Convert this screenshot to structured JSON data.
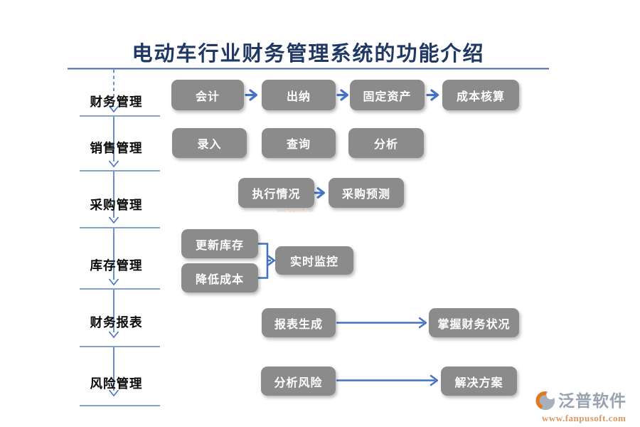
{
  "title": "电动车行业财务管理系统的功能介绍",
  "rows": [
    {
      "label": "财务管理",
      "buttons": [
        "会计",
        "出纳",
        "固定资产",
        "成本核算"
      ]
    },
    {
      "label": "销售管理",
      "buttons": [
        "录入",
        "查询",
        "分析"
      ]
    },
    {
      "label": "采购管理",
      "buttons": [
        "执行情况",
        "采购预测"
      ]
    },
    {
      "label": "库存管理",
      "buttons": [
        "更新库存",
        "降低成本",
        "实时监控"
      ]
    },
    {
      "label": "财务报表",
      "buttons": [
        "报表生成",
        "掌握财务状况"
      ]
    },
    {
      "label": "风险管理",
      "buttons": [
        "分析风险",
        "解决方案"
      ]
    }
  ],
  "flows": [
    {
      "from": "会计",
      "to": "出纳"
    },
    {
      "from": "出纳",
      "to": "固定资产"
    },
    {
      "from": "固定资产",
      "to": "成本核算"
    },
    {
      "from": "执行情况",
      "to": "采购预测"
    },
    {
      "from": "更新库存 + 降低成本",
      "to": "实时监控"
    },
    {
      "from": "报表生成",
      "to": "掌握财务状况"
    },
    {
      "from": "分析风险",
      "to": "解决方案"
    }
  ],
  "brand": {
    "name": "泛普软件",
    "url": "www.fanpusoft.com"
  },
  "colors": {
    "title_navy": "#1f3864",
    "arrow_blue": "#4472c4",
    "separator_blue": "#5b82b5",
    "button_gray": "#8b8b8b",
    "logo_gray": "#98a2b1",
    "logo_orange": "#dd9760"
  }
}
